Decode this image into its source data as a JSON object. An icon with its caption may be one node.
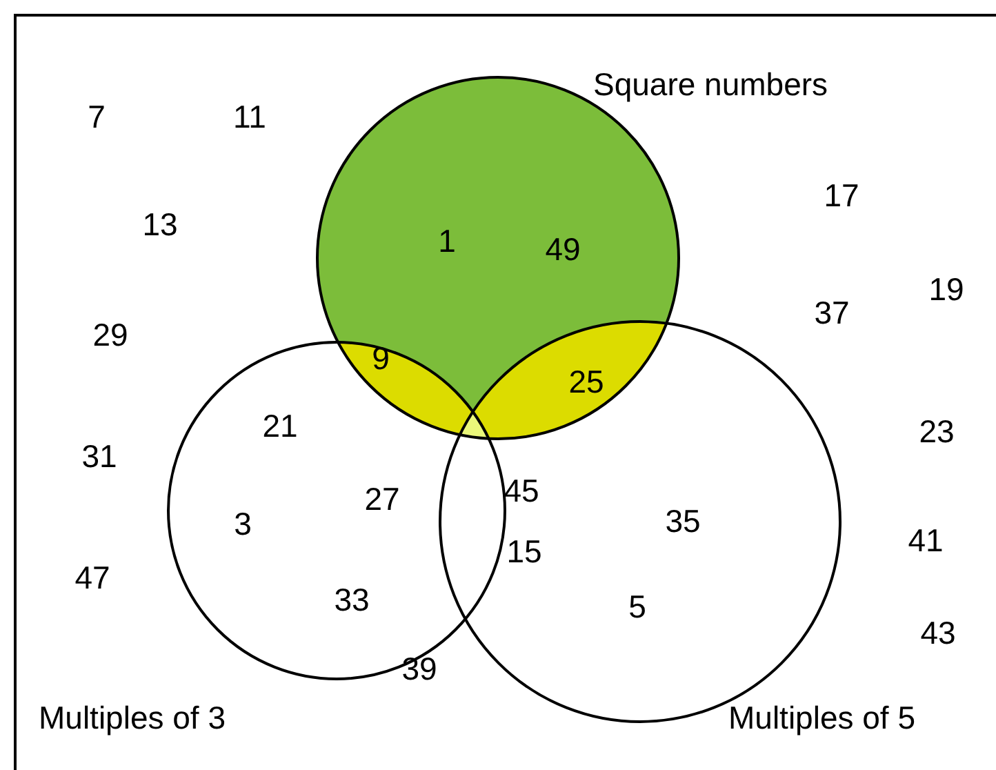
{
  "diagram": {
    "nodes": [
      {
        "text": [
          "Square numbers"
        ]
      },
      {
        "text": [
          "Multiples of 3"
        ]
      },
      {
        "text": [
          "Multiples of 5"
        ]
      }
    ],
    "labels": [
      "7",
      "11",
      "17",
      "13",
      "1",
      "49",
      "19",
      "37",
      "29",
      "9",
      "25",
      "21",
      "23",
      "31",
      "45",
      "27",
      "35",
      "3",
      "41",
      "15",
      "47",
      "33",
      "5",
      "43",
      "39"
    ]
  }
}
